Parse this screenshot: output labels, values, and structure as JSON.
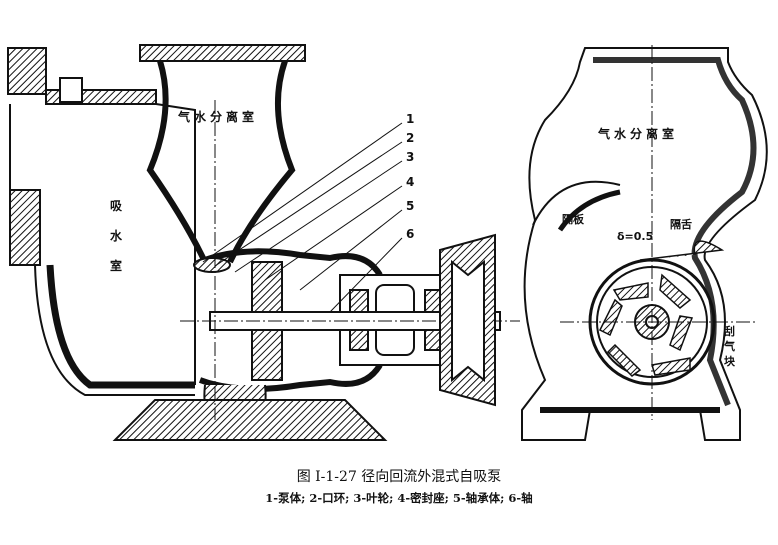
{
  "figure": {
    "caption_title": "图 I-1-27   径向回流外混式自吸泵",
    "caption_parts": "1-泵体; 2-口环; 3-叶轮; 4-密封座; 5-轴承体; 6-轴"
  },
  "left_view": {
    "separator_label": "气水分离室",
    "suction_label": [
      "吸",
      "水",
      "室"
    ],
    "callouts": [
      "1",
      "2",
      "3",
      "4",
      "5",
      "6"
    ]
  },
  "right_view": {
    "separator_label": "气水分离室",
    "baffle_label": "隔板",
    "gap_label": "δ=0.5",
    "tongue_label": "隔舌",
    "scraper_label": [
      "刮",
      "气",
      "块"
    ]
  }
}
